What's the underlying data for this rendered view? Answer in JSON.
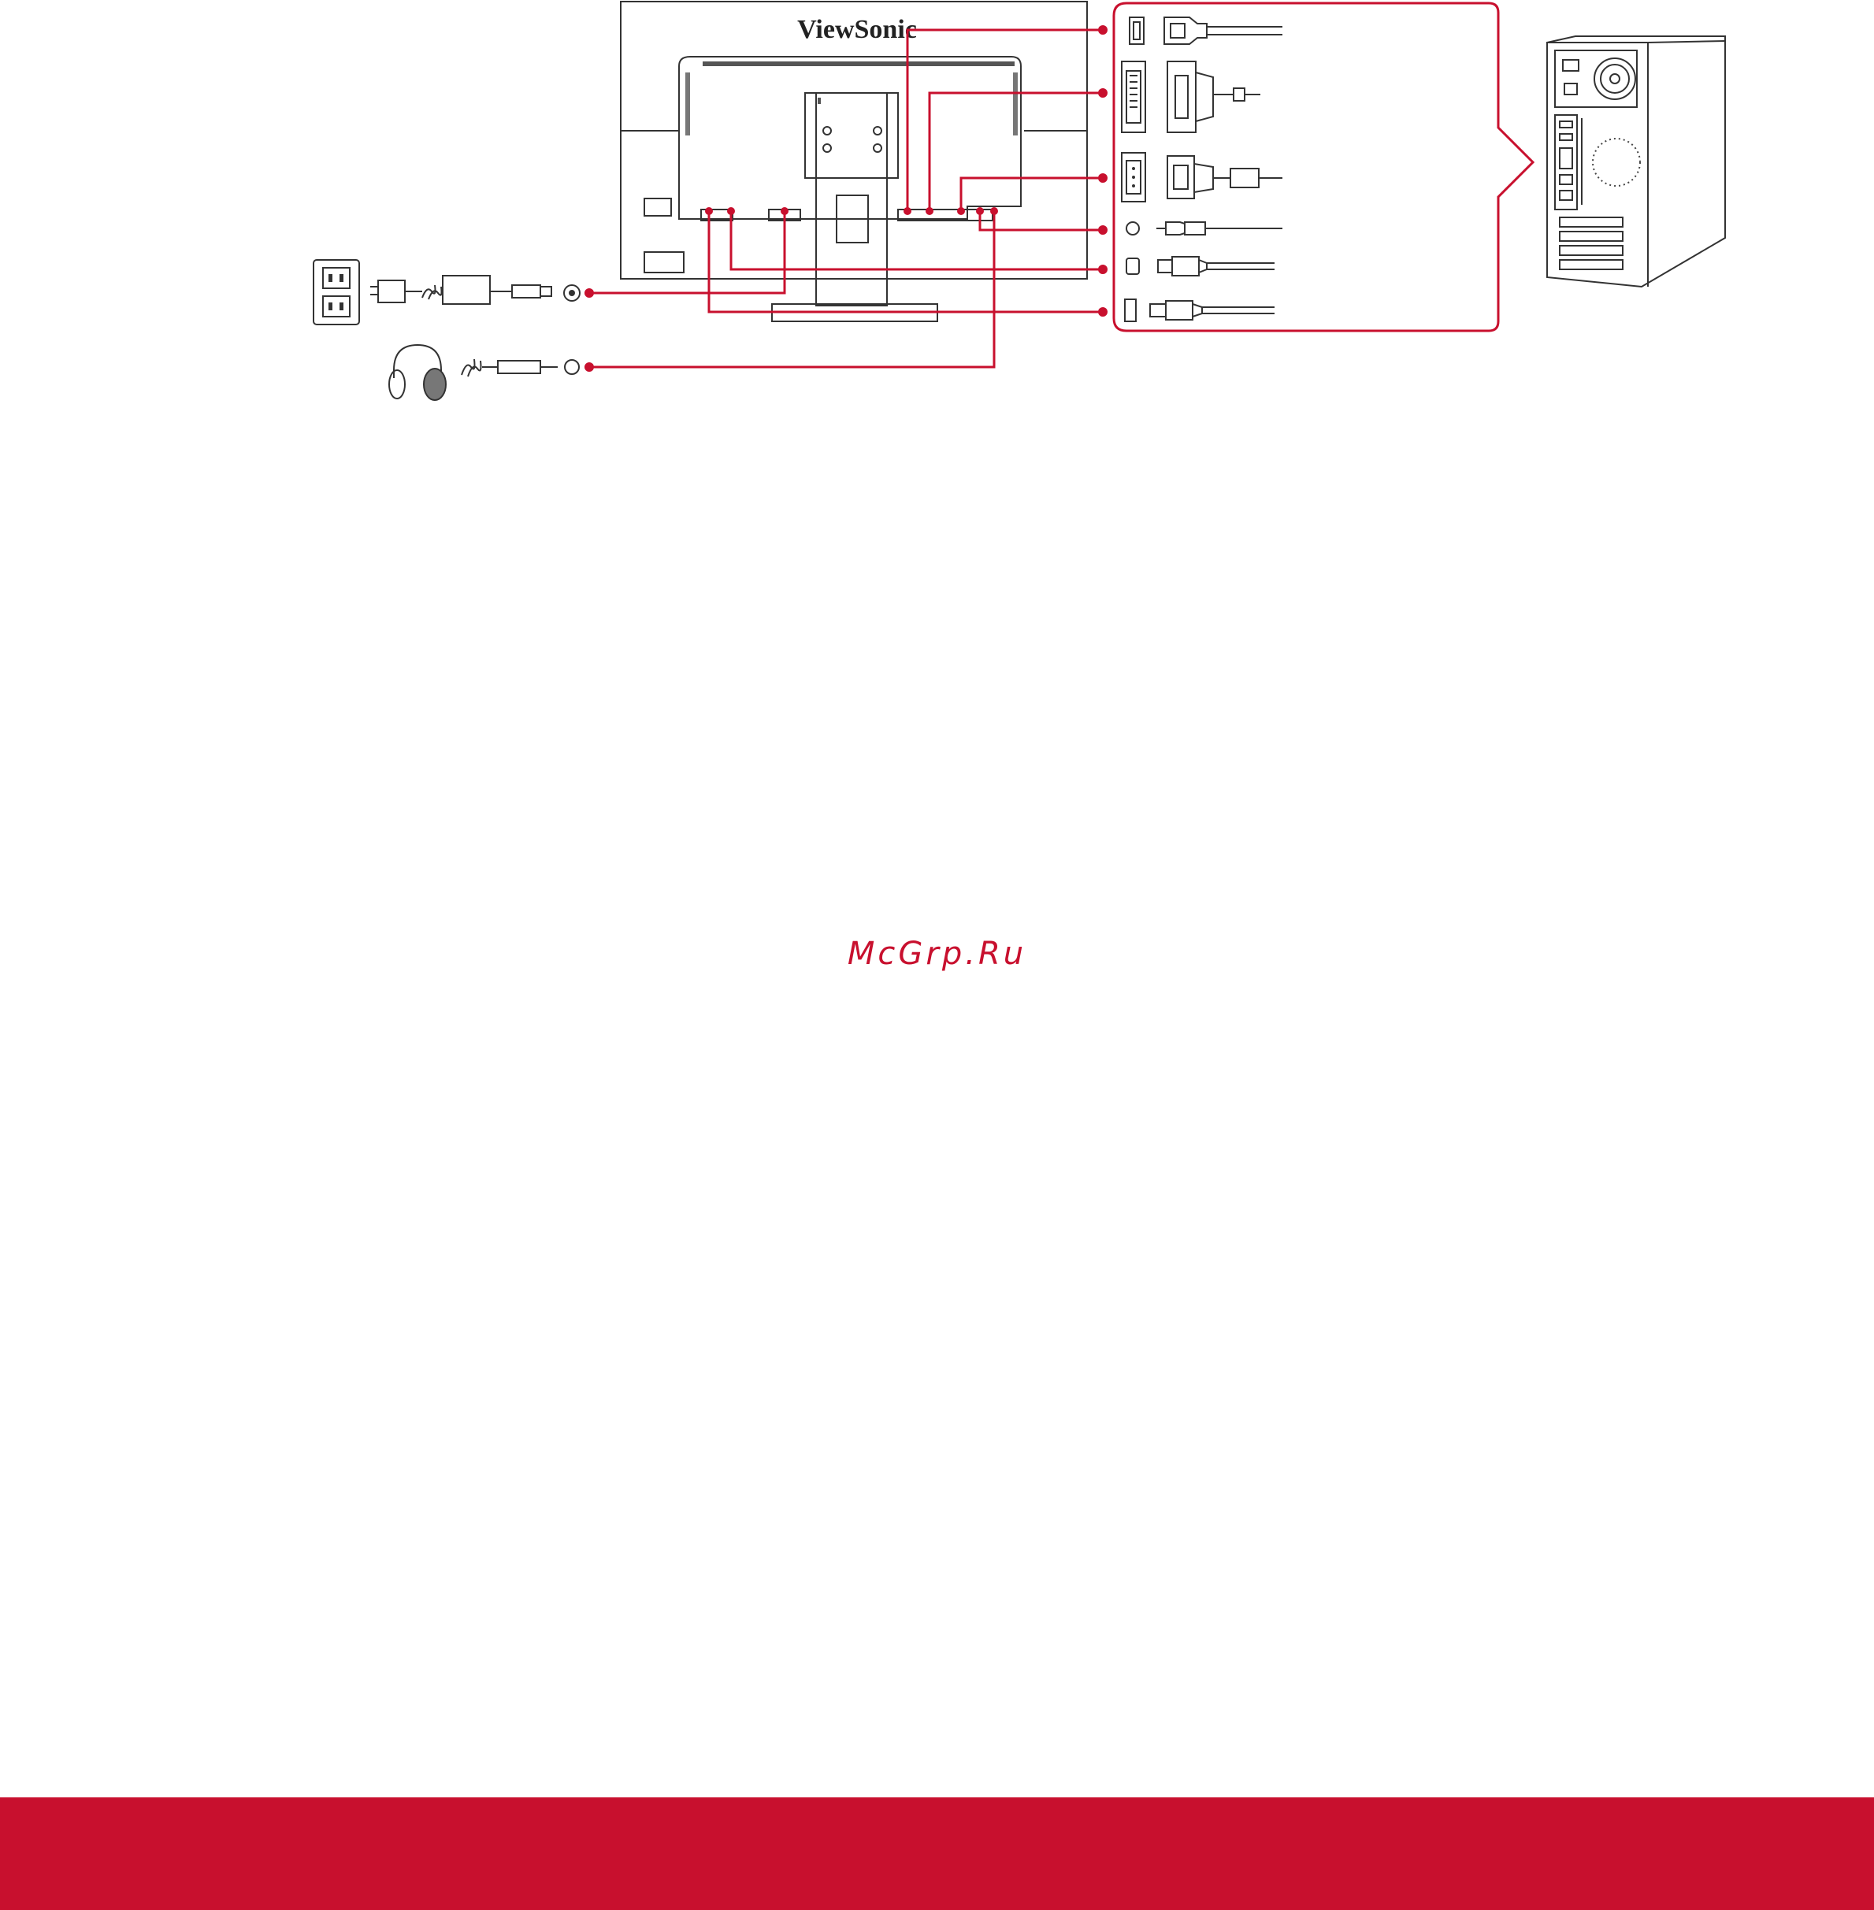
{
  "brand": {
    "monitor_logo": "ViewSonic"
  },
  "watermark": {
    "text": "McGrp.Ru"
  },
  "colors": {
    "accent": "#c8102e",
    "line": "#333333",
    "background": "#ffffff"
  },
  "connectors": [
    {
      "id": "hdmi",
      "icon": "hdmi-port-icon"
    },
    {
      "id": "dvi",
      "icon": "dvi-port-icon"
    },
    {
      "id": "vga",
      "icon": "vga-port-icon"
    },
    {
      "id": "audio-in",
      "icon": "audio-jack-icon"
    },
    {
      "id": "usb-b",
      "icon": "usb-b-port-icon"
    },
    {
      "id": "usb-a",
      "icon": "usb-a-port-icon"
    }
  ],
  "peripherals": [
    {
      "id": "power-outlet",
      "icon": "wall-outlet-icon"
    },
    {
      "id": "power-adapter",
      "icon": "power-adapter-icon"
    },
    {
      "id": "headphones",
      "icon": "headphones-icon"
    },
    {
      "id": "computer",
      "icon": "pc-tower-icon"
    }
  ]
}
